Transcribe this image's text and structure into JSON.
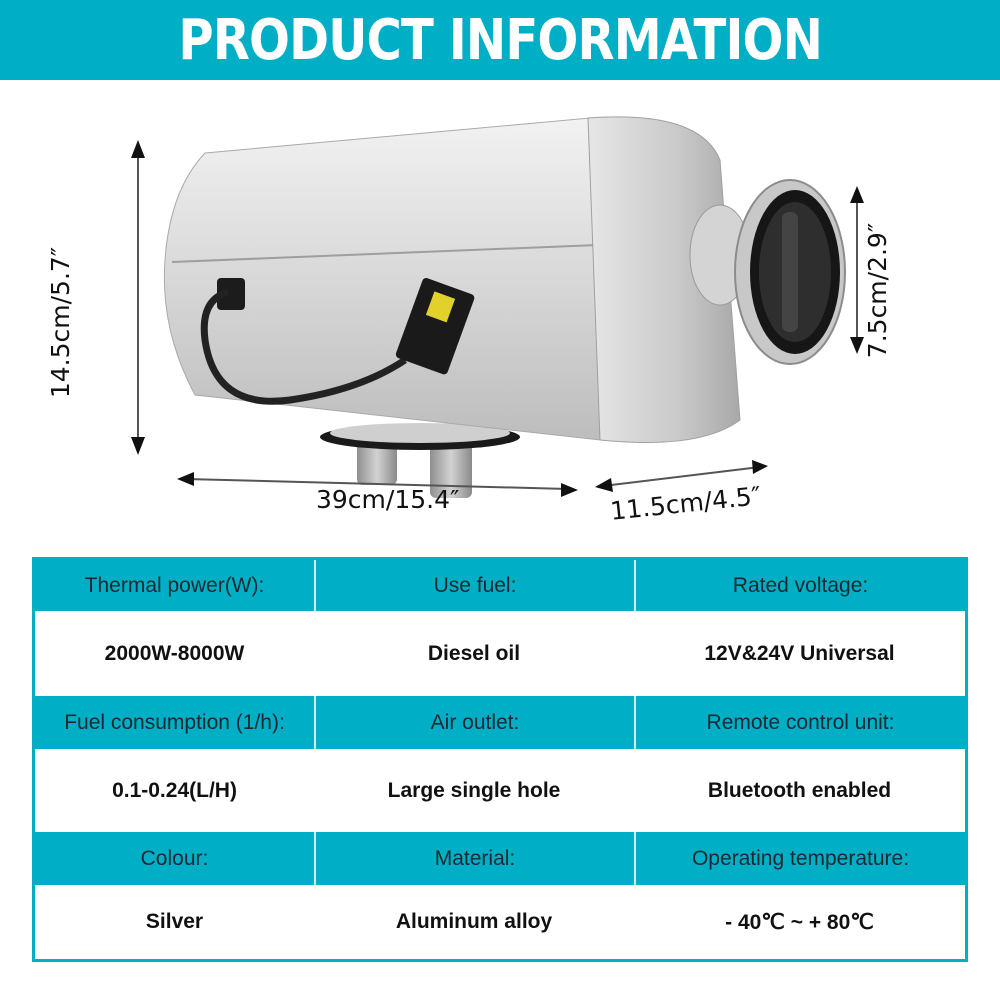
{
  "banner": {
    "title": "PRODUCT INFORMATION"
  },
  "colors": {
    "accent": "#00aec6",
    "header_text": "#1a2a30",
    "value_text": "#111111"
  },
  "product_image": {
    "subject": "silver diesel air heater with black connector cable and round air outlet",
    "dimensions": {
      "height": "14.5cm/5.7″",
      "length": "39cm/15.4″",
      "width": "11.5cm/4.5″",
      "outlet_diameter": "7.5cm/2.9″"
    }
  },
  "specs": {
    "rows": [
      {
        "labels": [
          "Thermal power(W):",
          "Use fuel:",
          "Rated voltage:"
        ],
        "values": [
          "2000W-8000W",
          "Diesel oil",
          "12V&24V Universal"
        ]
      },
      {
        "labels": [
          "Fuel consumption (1/h):",
          "Air outlet:",
          "Remote control unit:"
        ],
        "values": [
          "0.1-0.24(L/H)",
          "Large single hole",
          "Bluetooth enabled"
        ]
      },
      {
        "labels": [
          "Colour:",
          "Material:",
          "Operating temperature:"
        ],
        "values": [
          "Silver",
          "Aluminum alloy",
          "- 40℃ ~ + 80℃"
        ]
      }
    ]
  }
}
